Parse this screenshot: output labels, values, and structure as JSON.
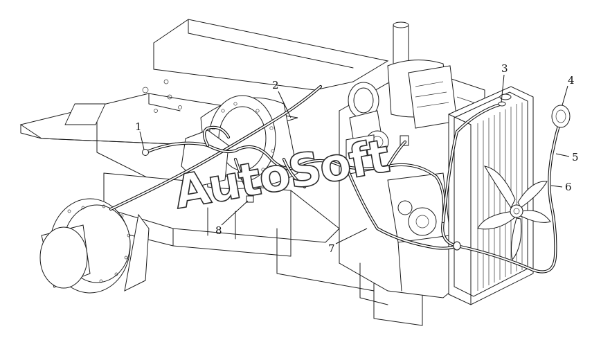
{
  "callouts": [
    {
      "id": "1",
      "label": "1"
    },
    {
      "id": "2",
      "label": "2"
    },
    {
      "id": "3",
      "label": "3"
    },
    {
      "id": "4",
      "label": "4"
    },
    {
      "id": "5",
      "label": "5"
    },
    {
      "id": "6",
      "label": "6"
    },
    {
      "id": "7",
      "label": "7"
    },
    {
      "id": "8",
      "label": "8"
    }
  ],
  "watermark": "AutoSoft",
  "colors": {
    "line": "#1a1a1a",
    "background": "#ffffff"
  }
}
